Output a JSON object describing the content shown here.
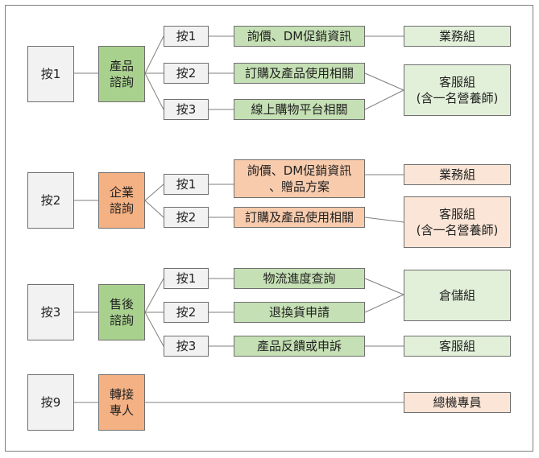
{
  "groups": [
    {
      "key": "按1",
      "category": "產品\n諮詢",
      "options": [
        {
          "key": "按1",
          "topic": "詢價、DM促銷資訊"
        },
        {
          "key": "按2",
          "topic": "訂購及產品使用相關"
        },
        {
          "key": "按3",
          "topic": "線上購物平台相關"
        }
      ],
      "teams": [
        "業務組",
        "客服組\n(含一名營養師)"
      ]
    },
    {
      "key": "按2",
      "category": "企業\n諮詢",
      "options": [
        {
          "key": "按1",
          "topic": "詢價、DM促銷資訊\n、贈品方案"
        },
        {
          "key": "按2",
          "topic": "訂購及產品使用相關"
        }
      ],
      "teams": [
        "業務組",
        "客服組\n(含一名營養師)"
      ]
    },
    {
      "key": "按3",
      "category": "售後\n諮詢",
      "options": [
        {
          "key": "按1",
          "topic": "物流進度查詢"
        },
        {
          "key": "按2",
          "topic": "退換貨申請"
        },
        {
          "key": "按3",
          "topic": "產品反饋或申訴"
        }
      ],
      "teams": [
        "倉儲組",
        "客服組"
      ]
    },
    {
      "key": "按9",
      "category": "轉接\n專人",
      "options": [],
      "teams": [
        "總機專員"
      ]
    }
  ],
  "colors": {
    "line": "#7f7f7f",
    "green_dark": "#a9d18e",
    "green_light": "#c5e0b4",
    "green_pale": "#e2f0d9",
    "orange_dark": "#f4b183",
    "orange_light": "#f8cbad",
    "orange_pale": "#fbe5d6",
    "key_grey": "#f2f2f2"
  }
}
